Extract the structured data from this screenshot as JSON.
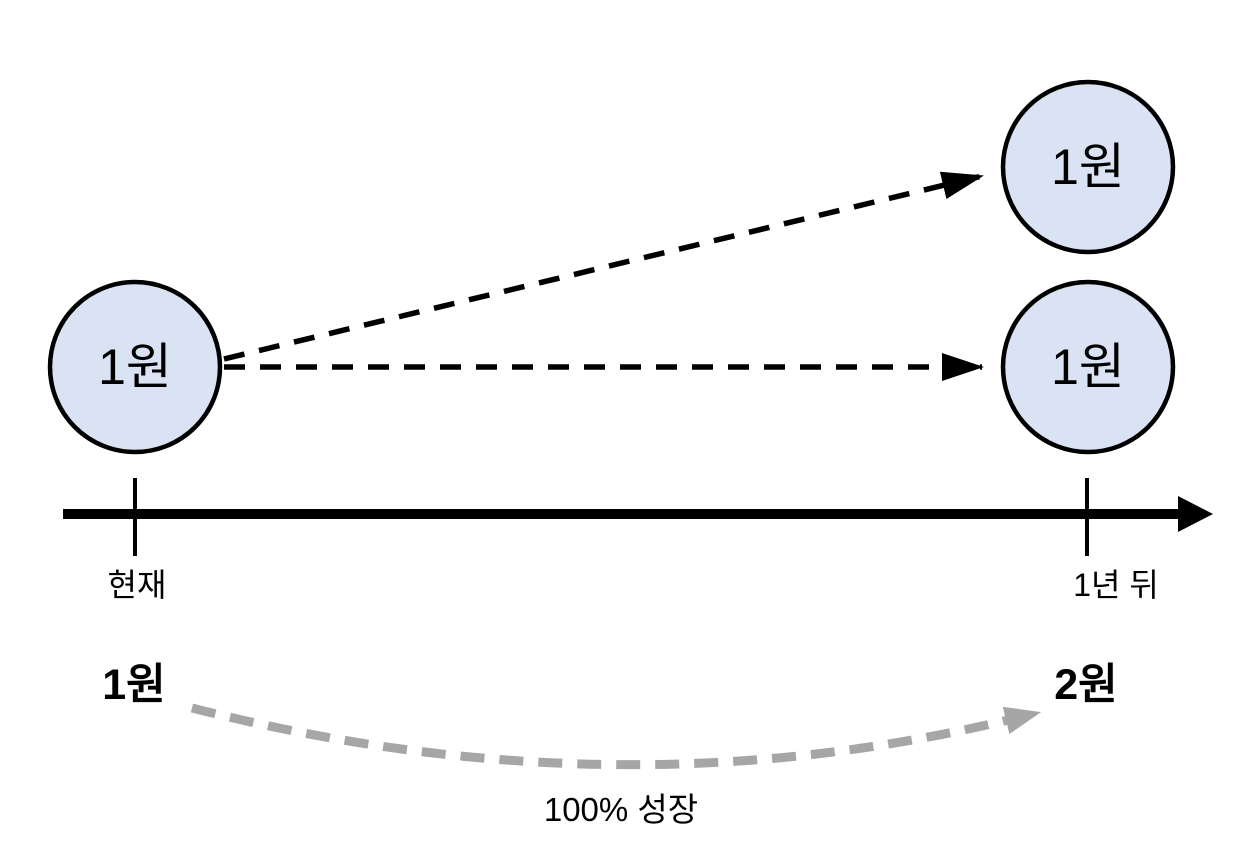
{
  "diagram": {
    "nodes": {
      "present_coin": {
        "label": "1원"
      },
      "future_coin_top": {
        "label": "1원"
      },
      "future_coin_bottom": {
        "label": "1원"
      }
    },
    "timeline": {
      "start_label": "현재",
      "end_label": "1년 뒤"
    },
    "totals": {
      "present_total": "1원",
      "future_total": "2원"
    },
    "growth": {
      "label": "100% 성장"
    },
    "colors": {
      "node_fill": "#dae3f3",
      "node_stroke": "#000000",
      "line_color": "#000000",
      "growth_arrow_color": "#a6a6a6",
      "background": "#ffffff"
    }
  }
}
